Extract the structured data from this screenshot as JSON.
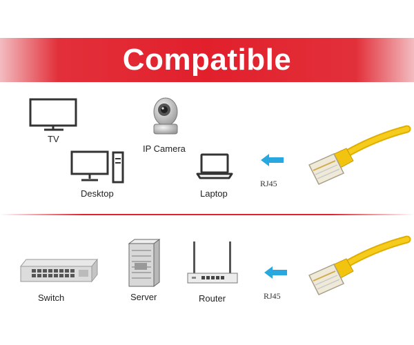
{
  "banner": {
    "title": "Compatible"
  },
  "top_section": {
    "devices": [
      {
        "label": "TV",
        "icon": "tv-icon"
      },
      {
        "label": "IP Camera",
        "icon": "ip-camera-icon"
      },
      {
        "label": "Desktop",
        "icon": "desktop-computer-icon"
      },
      {
        "label": "Laptop",
        "icon": "laptop-icon"
      }
    ],
    "connector_label": "RJ45"
  },
  "bottom_section": {
    "devices": [
      {
        "label": "Switch",
        "icon": "network-switch-icon"
      },
      {
        "label": "Server",
        "icon": "server-rack-icon"
      },
      {
        "label": "Router",
        "icon": "wifi-router-icon"
      }
    ],
    "connector_label": "RJ45"
  },
  "colors": {
    "banner_red": "#e1202c",
    "arrow_blue": "#29a8e0",
    "cable_yellow": "#f2c40f"
  }
}
